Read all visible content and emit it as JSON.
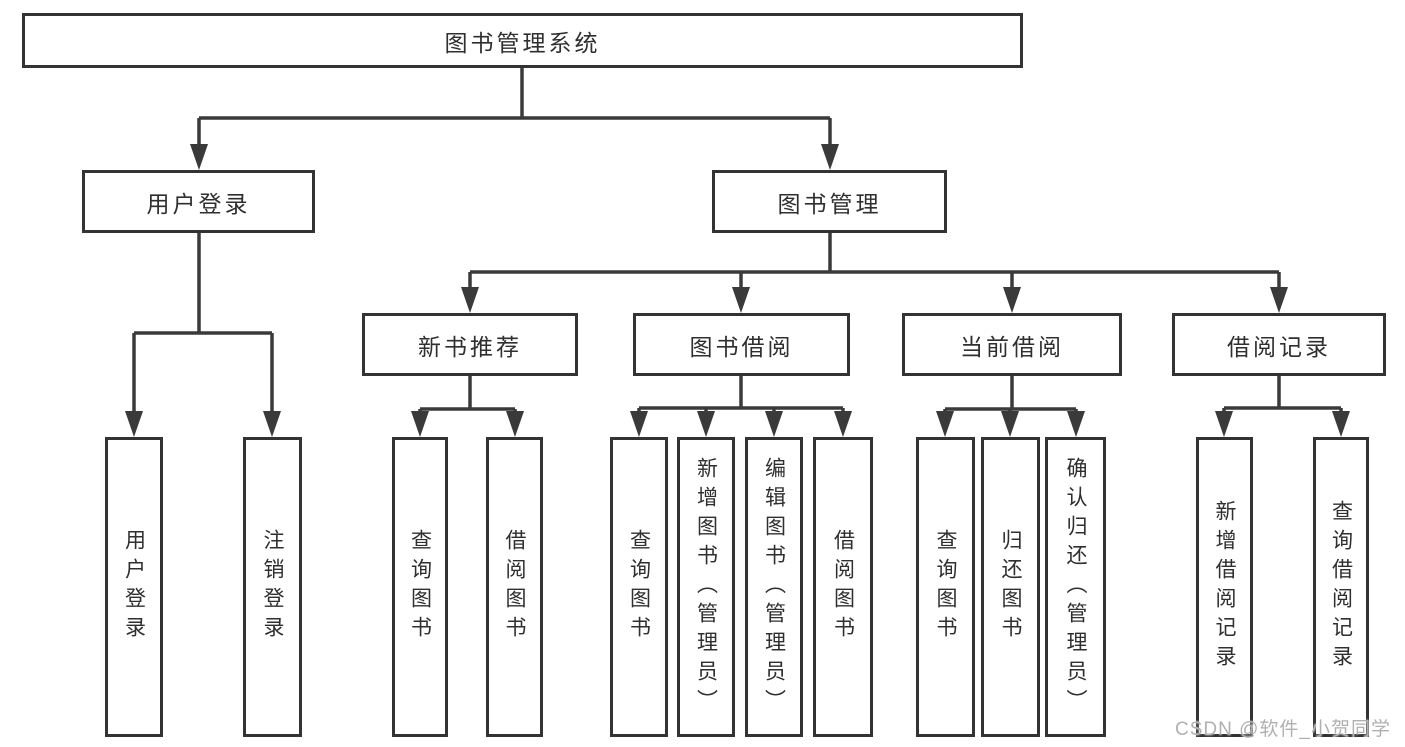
{
  "tree": {
    "root": {
      "label": "图书管理系统"
    },
    "children": [
      {
        "label": "用户登录",
        "children": [
          {
            "label": "用户登录"
          },
          {
            "label": "注销登录"
          }
        ]
      },
      {
        "label": "图书管理",
        "children": [
          {
            "label": "新书推荐",
            "children": [
              {
                "label": "查询图书"
              },
              {
                "label": "借阅图书"
              }
            ]
          },
          {
            "label": "图书借阅",
            "children": [
              {
                "label": "查询图书"
              },
              {
                "label": "新增图书（管理员）"
              },
              {
                "label": "编辑图书（管理员）"
              },
              {
                "label": "借阅图书"
              }
            ]
          },
          {
            "label": "当前借阅",
            "children": [
              {
                "label": "查询图书"
              },
              {
                "label": "归还图书"
              },
              {
                "label": "确认归还（管理员）"
              }
            ]
          },
          {
            "label": "借阅记录",
            "children": [
              {
                "label": "新增借阅记录"
              },
              {
                "label": "查询借阅记录"
              }
            ]
          }
        ]
      }
    ]
  },
  "watermark": {
    "text": "CSDN @软件_小贺同学"
  },
  "colors": {
    "line": "#3a3a3a",
    "box_border": "#333333",
    "text": "#2f2f2f",
    "watermark": "#b0b0b0",
    "background": "#ffffff"
  }
}
